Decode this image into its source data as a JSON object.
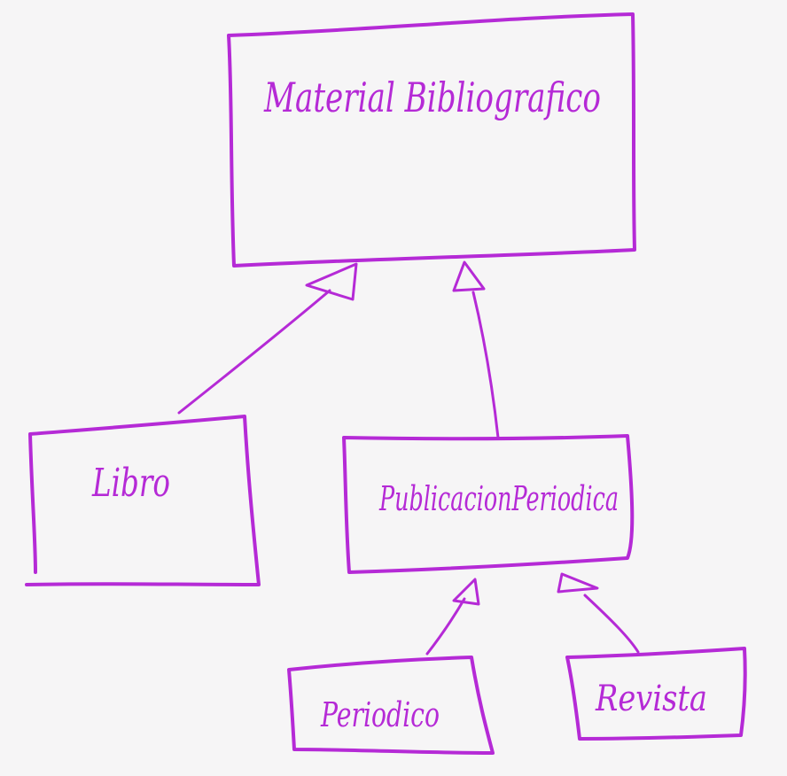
{
  "diagram": {
    "stroke_color": "#b52ad6",
    "background_color": "#f6f5f6",
    "nodes": {
      "material": {
        "label": "Material Bibliografico"
      },
      "libro": {
        "label": "Libro"
      },
      "publicacion": {
        "label": "PublicacionPeriodica"
      },
      "periodico": {
        "label": "Periodico"
      },
      "revista": {
        "label": "Revista"
      }
    },
    "edges": [
      {
        "from": "libro",
        "to": "material",
        "type": "inheritance"
      },
      {
        "from": "publicacion",
        "to": "material",
        "type": "inheritance"
      },
      {
        "from": "periodico",
        "to": "publicacion",
        "type": "inheritance"
      },
      {
        "from": "revista",
        "to": "publicacion",
        "type": "inheritance"
      }
    ]
  }
}
